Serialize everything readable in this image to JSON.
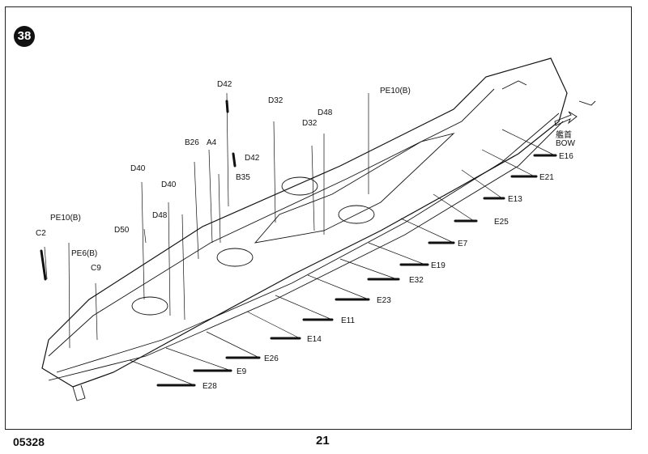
{
  "step_number": "38",
  "page_number": "21",
  "kit_code": "05328",
  "bow_label_cjk": "艦首",
  "bow_label": "BOW",
  "labels": {
    "d42_top": "D42",
    "pe10b_top": "PE10(B)",
    "d32_a": "D32",
    "d48_a": "D48",
    "d32_b": "D32",
    "b26": "B26",
    "a4": "A4",
    "d42_mid": "D42",
    "b35": "B35",
    "d40_a": "D40",
    "d40_b": "D40",
    "d48_b": "D48",
    "d50": "D50",
    "pe10b_left": "PE10(B)",
    "c2": "C2",
    "pe6b": "PE6(B)",
    "c9": "C9",
    "e16": "E16",
    "e21": "E21",
    "e13": "E13",
    "e25": "E25",
    "e7": "E7",
    "e19": "E19",
    "e32": "E32",
    "e23": "E23",
    "e11": "E11",
    "e14": "E14",
    "e26": "E26",
    "e9": "E9",
    "e28": "E28"
  }
}
